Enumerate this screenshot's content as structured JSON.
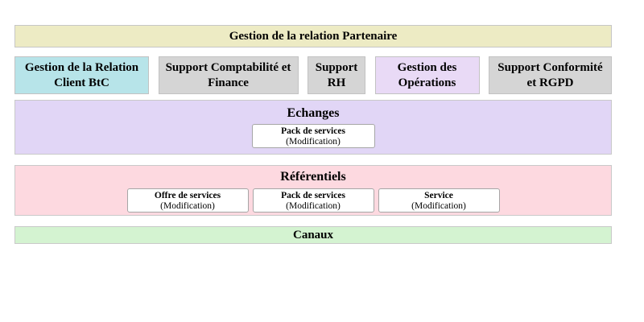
{
  "palette": {
    "partner_bg": "#edebc4",
    "btc_bg": "#b7e4e9",
    "gray_bg": "#d5d5d5",
    "operations_bg": "#e9daf6",
    "echanges_bg": "#e1d6f6",
    "referentiels_bg": "#fdd9e0",
    "canaux_bg": "#d4f3d1",
    "card_bg": "#ffffff",
    "border_light": "#c6c6c6",
    "card_border": "#a6a6a6",
    "text": "#000000"
  },
  "top_banner": {
    "label": "Gestion de la relation Partenaire"
  },
  "domains": [
    {
      "label": "Gestion de la Relation Client BtC"
    },
    {
      "label": "Support Comptabilité et Finance"
    },
    {
      "label": "Support RH"
    },
    {
      "label": "Gestion des Opérations"
    },
    {
      "label": "Support Conformité et RGPD"
    }
  ],
  "bands": [
    {
      "title": "Echanges",
      "cards": [
        {
          "title": "Pack de services",
          "subtitle": "(Modification)"
        }
      ]
    },
    {
      "title": "Référentiels",
      "cards": [
        {
          "title": "Offre de services",
          "subtitle": "(Modification)"
        },
        {
          "title": "Pack de services",
          "subtitle": "(Modification)"
        },
        {
          "title": "Service",
          "subtitle": "(Modification)"
        }
      ]
    },
    {
      "title": "Canaux",
      "cards": []
    }
  ]
}
